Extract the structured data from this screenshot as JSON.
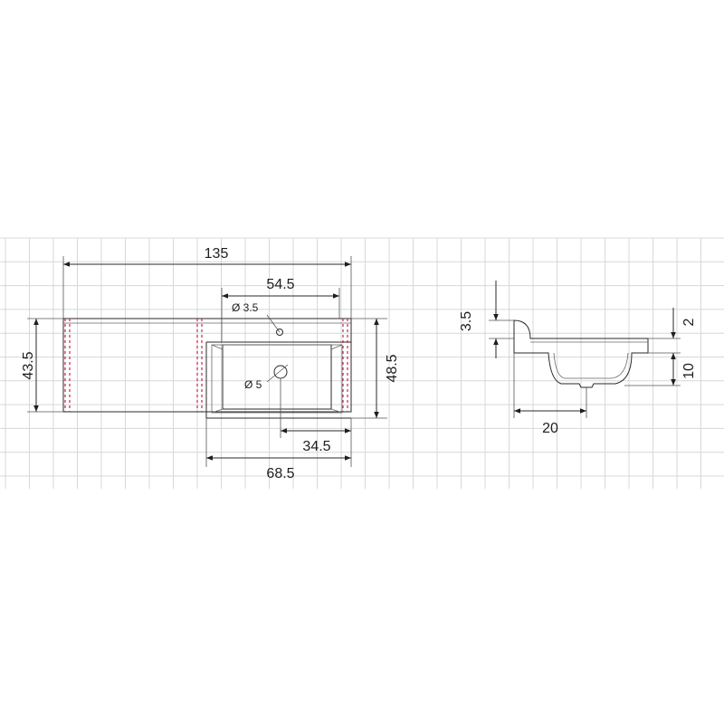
{
  "grid": {
    "color": "#d4d8dc"
  },
  "colors": {
    "hidden_line": "#c0284a",
    "outline": "#2a2a2a",
    "background": "#ffffff"
  },
  "dimensions": {
    "top_view": {
      "total_width": "135",
      "basin_offset": "54.5",
      "tap_hole": "Ø 3.5",
      "drain_hole": "Ø 5",
      "depth_left": "43.5",
      "depth_right": "48.5",
      "drain_offset": "34.5",
      "basin_width": "68.5"
    },
    "side_view": {
      "backsplash_height": "3.5",
      "top_thickness": "2",
      "bowl_depth": "10",
      "drain_offset": "20"
    }
  }
}
